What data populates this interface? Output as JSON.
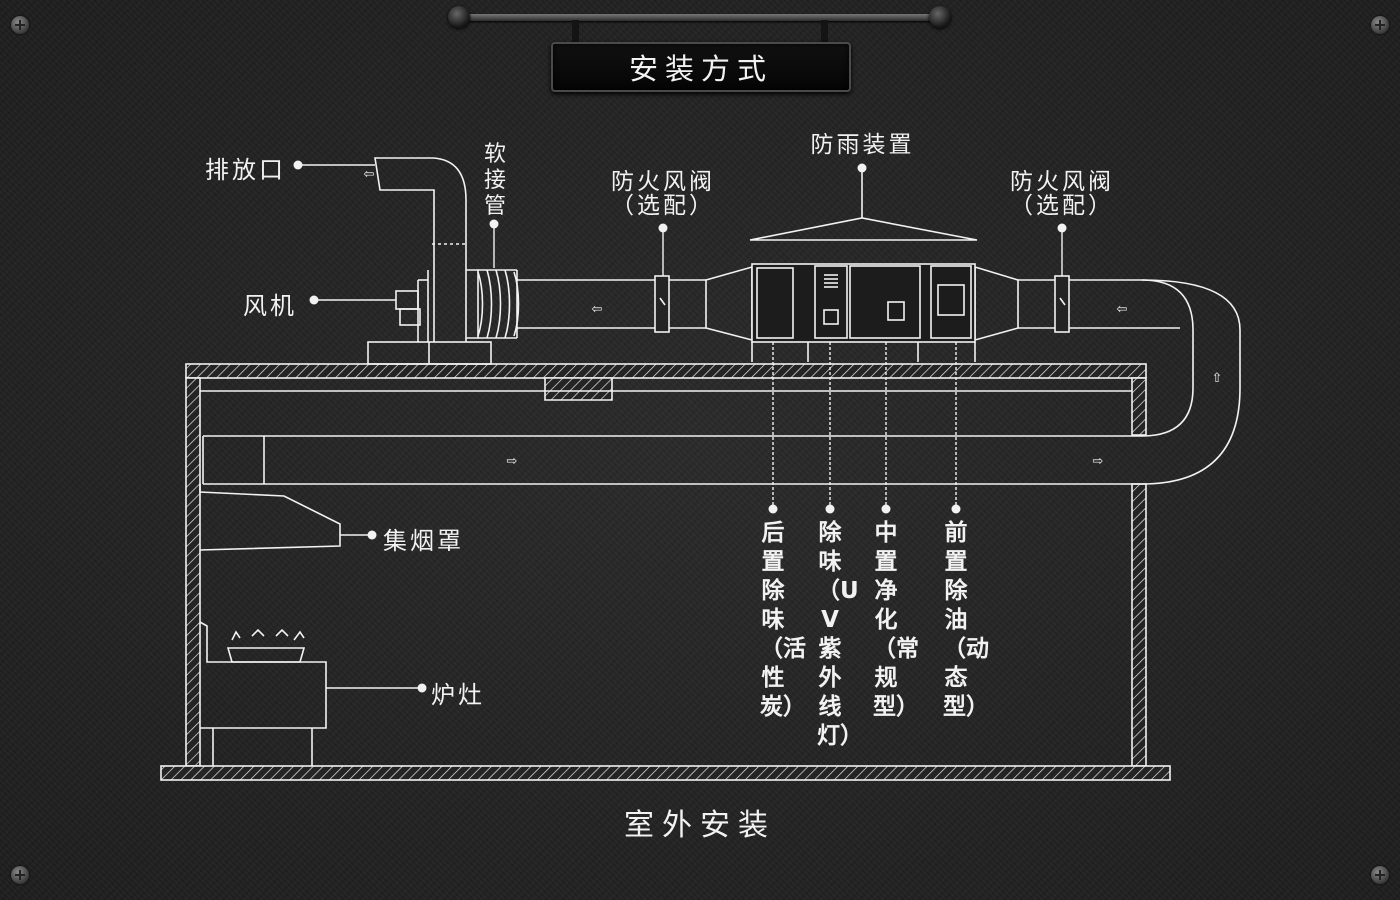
{
  "header": {
    "title": "安装方式"
  },
  "labels": {
    "outlet": "排放口",
    "flex_duct": "软接管",
    "fan": "风机",
    "fire_damper_left": {
      "line1": "防火风阀",
      "line2": "（选配）"
    },
    "rain_guard": "防雨装置",
    "fire_damper_right": {
      "line1": "防火风阀",
      "line2": "（选配）"
    },
    "hood": "集烟罩",
    "stove": "炉灶"
  },
  "stages": [
    "后置除味（活性炭）",
    "除味（UV紫外线灯）",
    "中置净化（常规型）",
    "前置除油（动态型）"
  ],
  "footer": {
    "caption": "室外安装"
  },
  "colors": {
    "background": "#242424",
    "line": "#f2f2f2"
  }
}
